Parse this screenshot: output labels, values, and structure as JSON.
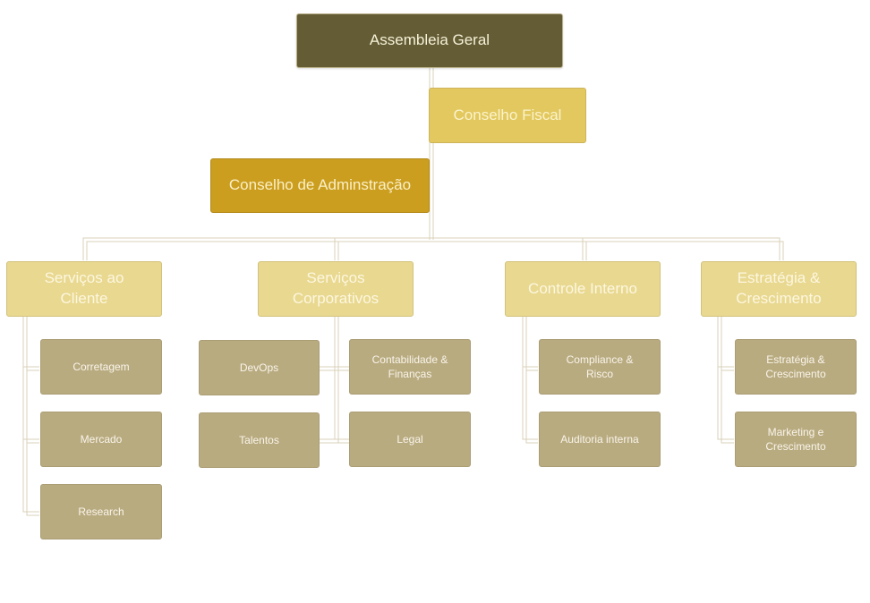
{
  "diagram": {
    "type": "org-chart",
    "colors": {
      "assembly": "#635c35",
      "fiscal_council": "#e2c85e",
      "board": "#cb9e1f",
      "department": "#e8d890",
      "unit": "#b9ab80",
      "connector": "#d8d0b8"
    },
    "top": {
      "label": "Assembleia Geral"
    },
    "fiscal": {
      "label": "Conselho Fiscal"
    },
    "board": {
      "label": "Conselho de Adminstração"
    },
    "departments": [
      {
        "line1": "Serviços ao",
        "line2": "Cliente",
        "units": [
          {
            "line1": "Corretagem",
            "line2": ""
          },
          {
            "line1": "Mercado",
            "line2": ""
          },
          {
            "line1": "Research",
            "line2": ""
          }
        ]
      },
      {
        "line1": "Serviços",
        "line2": "Corporativos",
        "units": [
          {
            "line1": "DevOps",
            "line2": ""
          },
          {
            "line1": "Contabilidade &",
            "line2": "Finanças"
          },
          {
            "line1": "Talentos",
            "line2": ""
          },
          {
            "line1": "Legal",
            "line2": ""
          }
        ]
      },
      {
        "line1": "Controle Interno",
        "line2": "",
        "units": [
          {
            "line1": "Compliance &",
            "line2": "Risco"
          },
          {
            "line1": "Auditoria interna",
            "line2": ""
          }
        ]
      },
      {
        "line1": "Estratégia &",
        "line2": "Crescimento",
        "units": [
          {
            "line1": "Estratégia &",
            "line2": "Crescimento"
          },
          {
            "line1": "Marketing e",
            "line2": "Crescimento"
          }
        ]
      }
    ]
  }
}
